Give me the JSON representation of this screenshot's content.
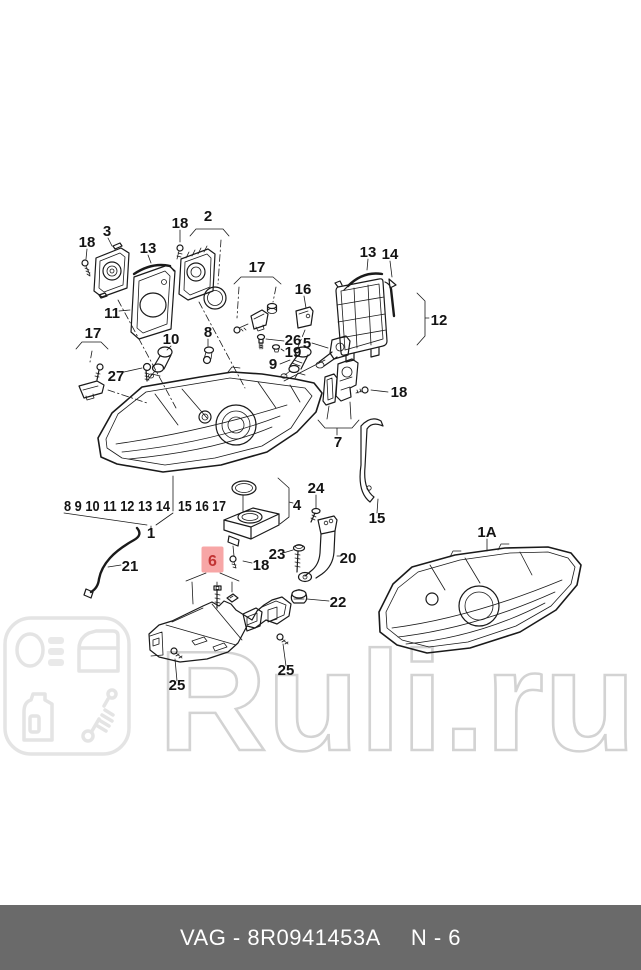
{
  "watermark": {
    "text": "Ruli.ru",
    "color": "#D3D3D3",
    "logo": {
      "color": "#E4E4E4",
      "icons": [
        "headlight-icon",
        "car-door-icon",
        "oil-canister-icon",
        "shock-absorber-icon"
      ]
    }
  },
  "diagram": {
    "line_color": "#1A1A1A",
    "highlighted_part": {
      "text": "6",
      "background": "#F7A6A6",
      "color": "#C23434"
    },
    "series_left": "8 9 10 11 12 13 14",
    "series_right": "15 16 17",
    "labels": [
      {
        "text": "18"
      },
      {
        "text": "3"
      },
      {
        "text": "13"
      },
      {
        "text": "18"
      },
      {
        "text": "2"
      },
      {
        "text": "11"
      },
      {
        "text": "17"
      },
      {
        "text": "27"
      },
      {
        "text": "10"
      },
      {
        "text": "8"
      },
      {
        "text": "17"
      },
      {
        "text": "16"
      },
      {
        "text": "26"
      },
      {
        "text": "5"
      },
      {
        "text": "19"
      },
      {
        "text": "9"
      },
      {
        "text": "13"
      },
      {
        "text": "14"
      },
      {
        "text": "12"
      },
      {
        "text": "18"
      },
      {
        "text": "7"
      },
      {
        "text": "15"
      },
      {
        "text": "4"
      },
      {
        "text": "24"
      },
      {
        "text": "23"
      },
      {
        "text": "20"
      },
      {
        "text": "18"
      },
      {
        "text": "22"
      },
      {
        "text": "21"
      },
      {
        "text": "1"
      },
      {
        "text": "1A"
      },
      {
        "text": "25"
      },
      {
        "text": "25"
      }
    ]
  },
  "footer": {
    "part_code": "VAG - 8R0941453A",
    "page_ref": "N - 6",
    "background": "#6A6A6A",
    "text_color": "#FFFFFF"
  }
}
